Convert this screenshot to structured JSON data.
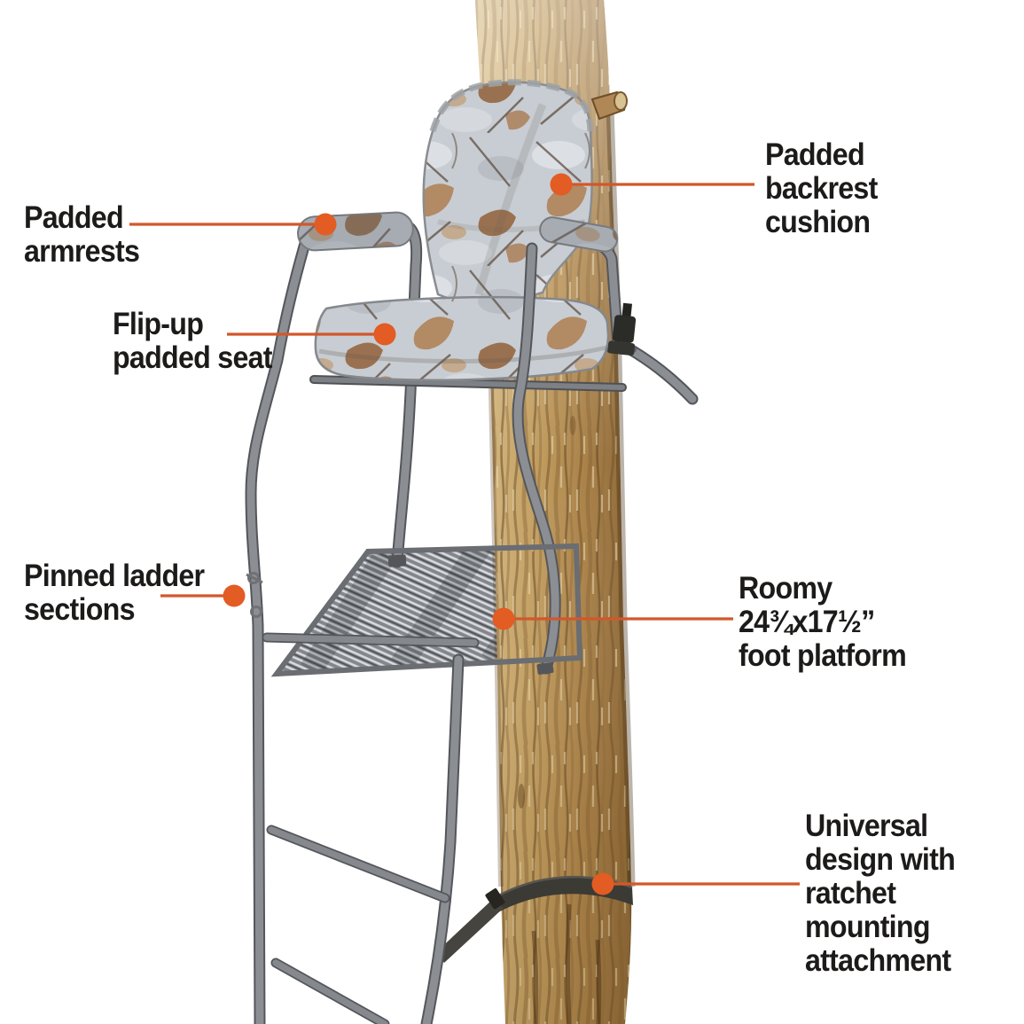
{
  "figure": {
    "background_color": "#ffffff",
    "accent_line_color": "#d2572b",
    "accent_dot_color": "#e25c24",
    "text_color": "#1c1b1a",
    "subject": "Ladder tree stand with camo padded seat mounted to a tree trunk"
  },
  "callouts": [
    {
      "id": "padded-armrests",
      "text": "Padded\narmrests",
      "target": "armrest-pad"
    },
    {
      "id": "flip-up-padded-seat",
      "text": "Flip-up\npadded seat",
      "target": "seat-cushion"
    },
    {
      "id": "pinned-ladder-sections",
      "text": "Pinned ladder\nsections",
      "target": "ladder-joint"
    },
    {
      "id": "padded-backrest-cushion",
      "text": "Padded\nbackrest\ncushion",
      "target": "backrest-cushion"
    },
    {
      "id": "roomy-foot-platform",
      "text": "Roomy\n24¾x17½”\nfoot platform",
      "target": "foot-platform"
    },
    {
      "id": "ratchet-mounting-attachment",
      "text": "Universal\ndesign with\nratchet\nmounting\nattachment",
      "target": "ratchet-strap"
    }
  ]
}
